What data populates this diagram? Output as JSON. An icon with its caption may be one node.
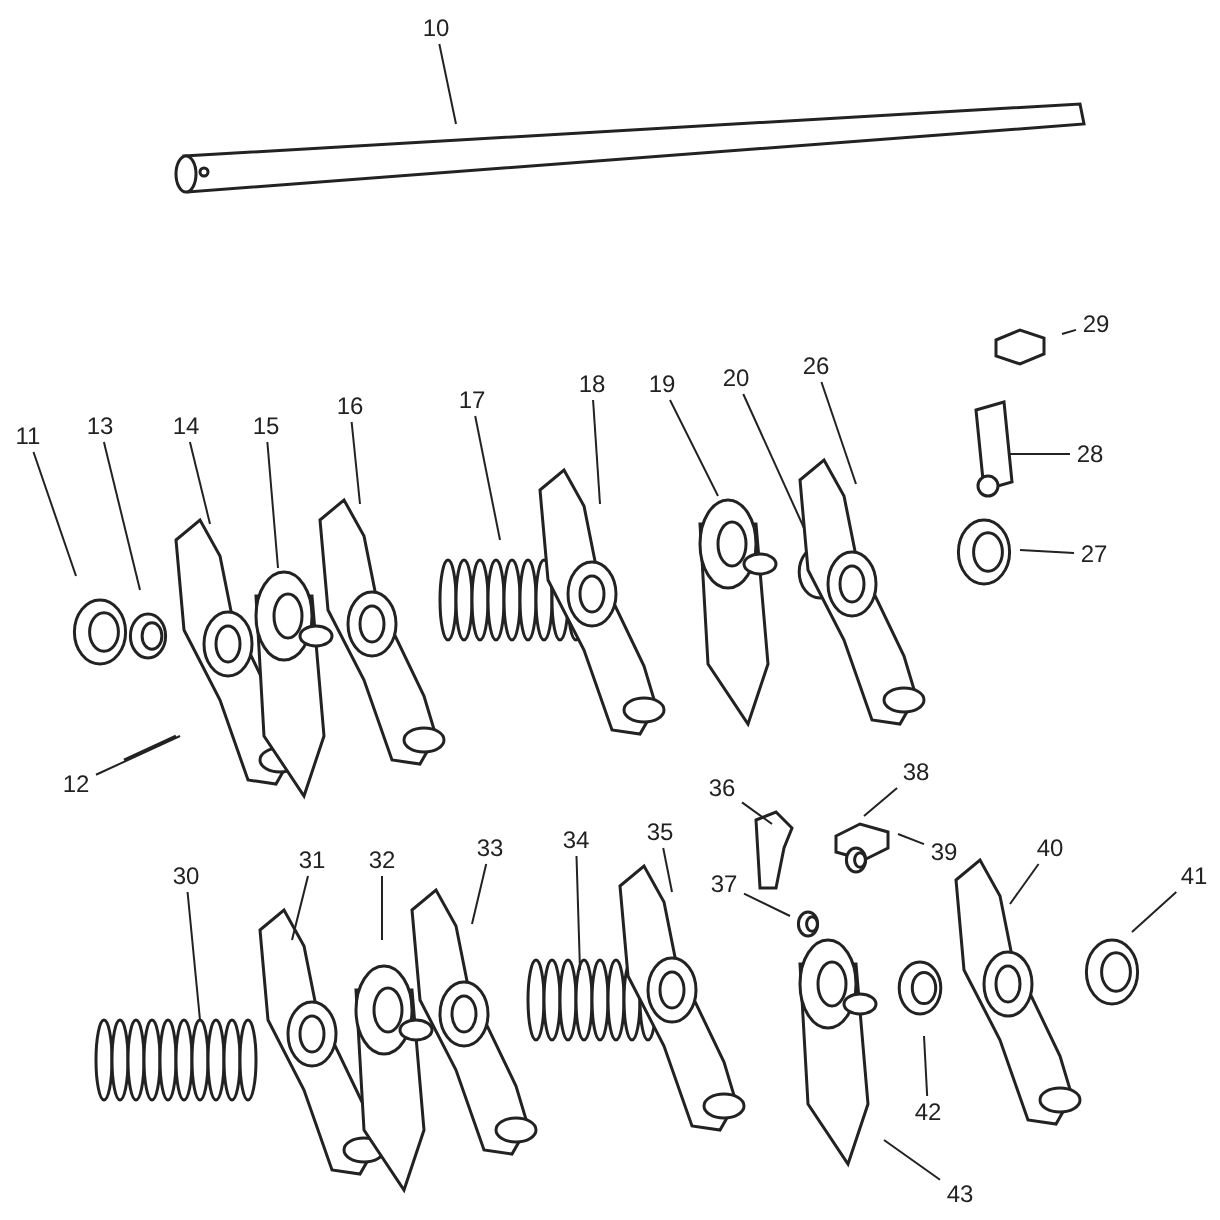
{
  "diagram": {
    "nodes": [
      {
        "text": [
          "10"
        ]
      },
      {
        "text": [
          "11"
        ]
      },
      {
        "text": [
          "12"
        ]
      },
      {
        "text": [
          "13"
        ]
      },
      {
        "text": [
          "14"
        ]
      },
      {
        "text": [
          "15"
        ]
      },
      {
        "text": [
          "16"
        ]
      },
      {
        "text": [
          "17"
        ]
      },
      {
        "text": [
          "18"
        ]
      },
      {
        "text": [
          "19"
        ]
      },
      {
        "text": [
          "20"
        ]
      },
      {
        "text": [
          "26"
        ]
      },
      {
        "text": [
          "27"
        ]
      },
      {
        "text": [
          "28"
        ]
      },
      {
        "text": [
          "29"
        ]
      },
      {
        "text": [
          "30"
        ]
      },
      {
        "text": [
          "31"
        ]
      },
      {
        "text": [
          "32"
        ]
      },
      {
        "text": [
          "33"
        ]
      },
      {
        "text": [
          "34"
        ]
      },
      {
        "text": [
          "35"
        ]
      },
      {
        "text": [
          "36"
        ]
      },
      {
        "text": [
          "37"
        ]
      },
      {
        "text": [
          "38"
        ]
      },
      {
        "text": [
          "39"
        ]
      },
      {
        "text": [
          "40"
        ]
      },
      {
        "text": [
          "41"
        ]
      },
      {
        "text": [
          "42"
        ]
      },
      {
        "text": [
          "43"
        ]
      }
    ],
    "edges": [
      {
        "from": 0,
        "to": null,
        "arrow": "none"
      },
      {
        "from": 1,
        "to": null,
        "arrow": "none"
      },
      {
        "from": 2,
        "to": null,
        "arrow": "none"
      },
      {
        "from": 3,
        "to": null,
        "arrow": "none"
      },
      {
        "from": 4,
        "to": null,
        "arrow": "none"
      },
      {
        "from": 5,
        "to": null,
        "arrow": "none"
      },
      {
        "from": 6,
        "to": null,
        "arrow": "none"
      },
      {
        "from": 7,
        "to": null,
        "arrow": "none"
      },
      {
        "from": 8,
        "to": null,
        "arrow": "none"
      },
      {
        "from": 9,
        "to": null,
        "arrow": "none"
      },
      {
        "from": 10,
        "to": null,
        "arrow": "none"
      },
      {
        "from": 11,
        "to": null,
        "arrow": "none"
      },
      {
        "from": 12,
        "to": null,
        "arrow": "none"
      },
      {
        "from": 13,
        "to": null,
        "arrow": "none"
      },
      {
        "from": 14,
        "to": null,
        "arrow": "none"
      },
      {
        "from": 15,
        "to": null,
        "arrow": "none"
      },
      {
        "from": 16,
        "to": null,
        "arrow": "none"
      },
      {
        "from": 17,
        "to": null,
        "arrow": "none"
      },
      {
        "from": 18,
        "to": null,
        "arrow": "none"
      },
      {
        "from": 19,
        "to": null,
        "arrow": "none"
      },
      {
        "from": 20,
        "to": null,
        "arrow": "none"
      },
      {
        "from": 21,
        "to": null,
        "arrow": "none"
      },
      {
        "from": 22,
        "to": null,
        "arrow": "none"
      },
      {
        "from": 23,
        "to": null,
        "arrow": "none"
      },
      {
        "from": 24,
        "to": null,
        "arrow": "none"
      },
      {
        "from": 25,
        "to": null,
        "arrow": "none"
      },
      {
        "from": 26,
        "to": null,
        "arrow": "none"
      },
      {
        "from": 27,
        "to": null,
        "arrow": "none"
      },
      {
        "from": 28,
        "to": null,
        "arrow": "none"
      }
    ]
  }
}
